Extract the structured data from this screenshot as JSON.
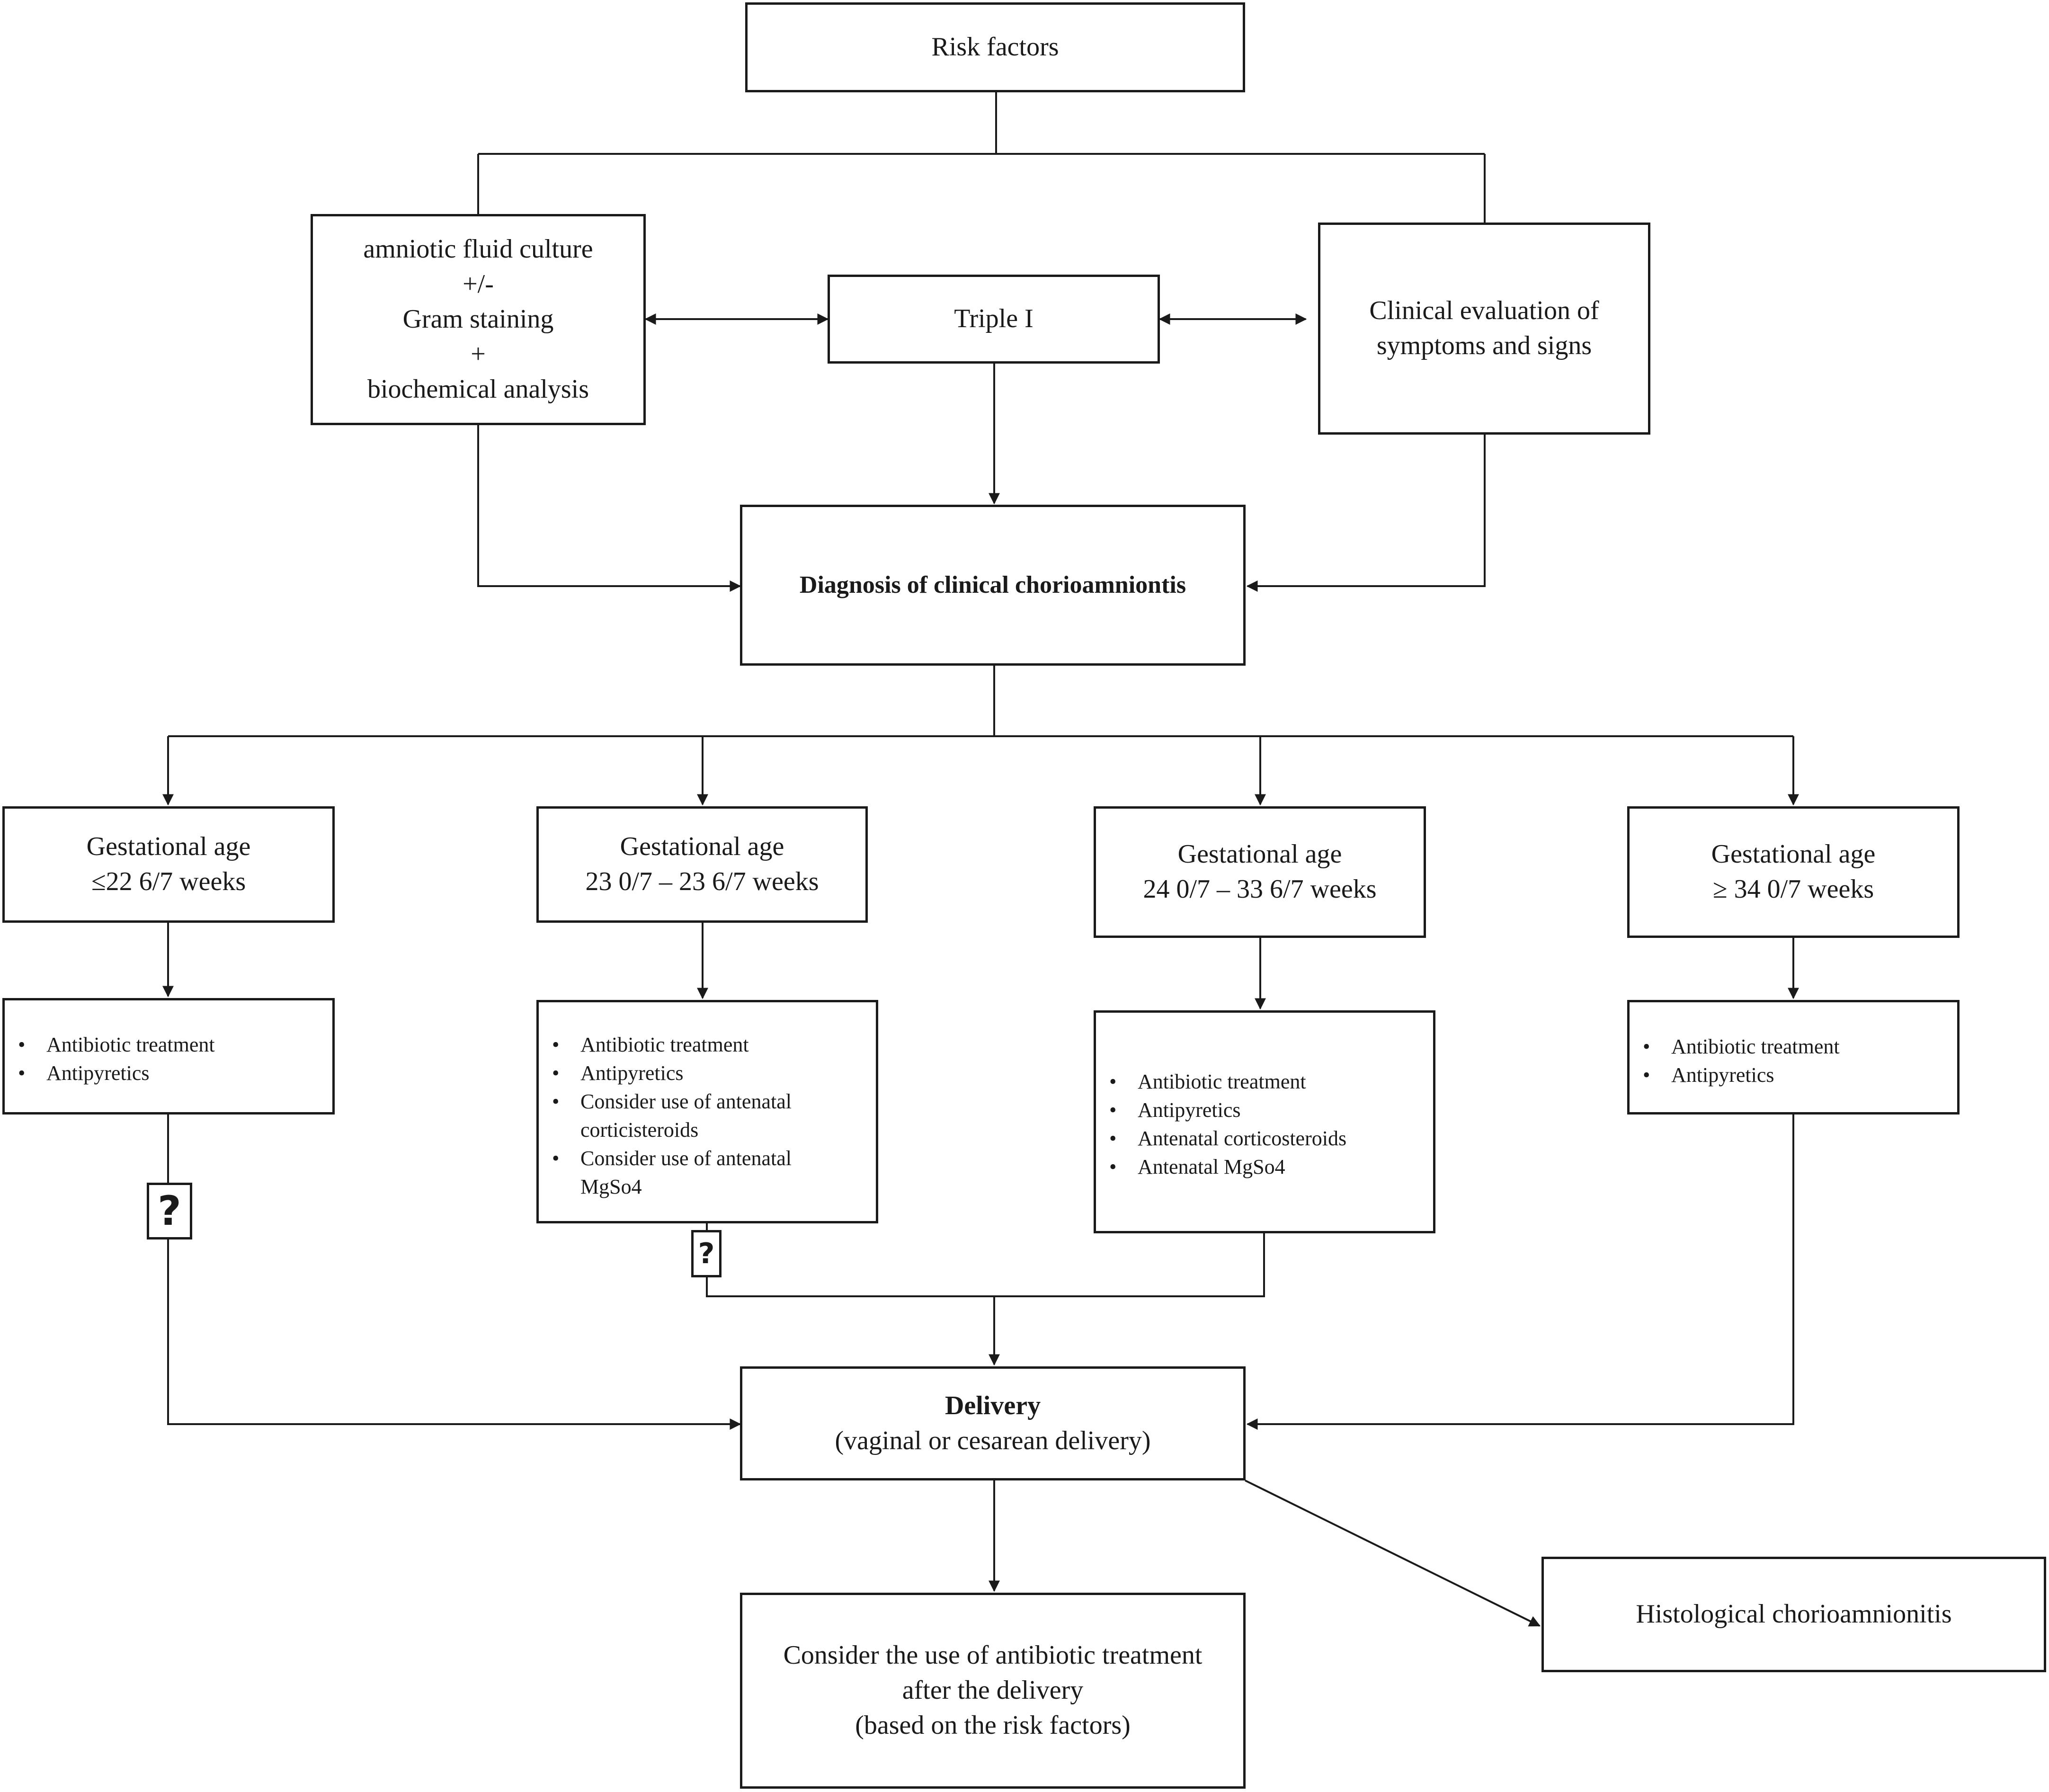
{
  "nodes": {
    "risk_factors": "Risk factors",
    "amniotic": {
      "lines": [
        "amniotic fluid culture",
        "+/-",
        "Gram staining",
        "+",
        "biochemical analysis"
      ]
    },
    "triple_i": "Triple I",
    "clinical_eval": {
      "lines": [
        "Clinical evaluation of",
        "symptoms and signs"
      ]
    },
    "diagnosis": "Diagnosis of clinical chorioamniontis",
    "ga1": {
      "title": "Gestational age",
      "range": "≤22 6/7 weeks"
    },
    "ga2": {
      "title": "Gestational age",
      "range": "23 0/7 – 23 6/7  weeks"
    },
    "ga3": {
      "title": "Gestational age",
      "range": "24 0/7 – 33 6/7  weeks"
    },
    "ga4": {
      "title": "Gestational age",
      "range": "≥ 34 0/7  weeks"
    },
    "treat1": [
      "Antibiotic treatment",
      "Antipyretics"
    ],
    "treat2": [
      "Antibiotic treatment",
      "Antipyretics",
      "Consider use of antenatal corticisteroids",
      "Consider use of antenatal MgSo4"
    ],
    "treat3": [
      "Antibiotic treatment",
      "Antipyretics",
      "Antenatal corticosteroids",
      "Antenatal MgSo4"
    ],
    "treat4": [
      "Antibiotic treatment",
      "Antipyretics"
    ],
    "uncertain_mark": "?",
    "delivery": {
      "title": "Delivery",
      "subtitle": "(vaginal or cesarean delivery)"
    },
    "post_delivery": {
      "lines": [
        "Consider the use of  antibiotic treatment",
        "after the delivery",
        "(based on the risk factors)"
      ]
    },
    "histological": "Histological chorioamnionitis"
  },
  "colors": {
    "stroke": "#1a1a1a",
    "background": "#ffffff"
  }
}
